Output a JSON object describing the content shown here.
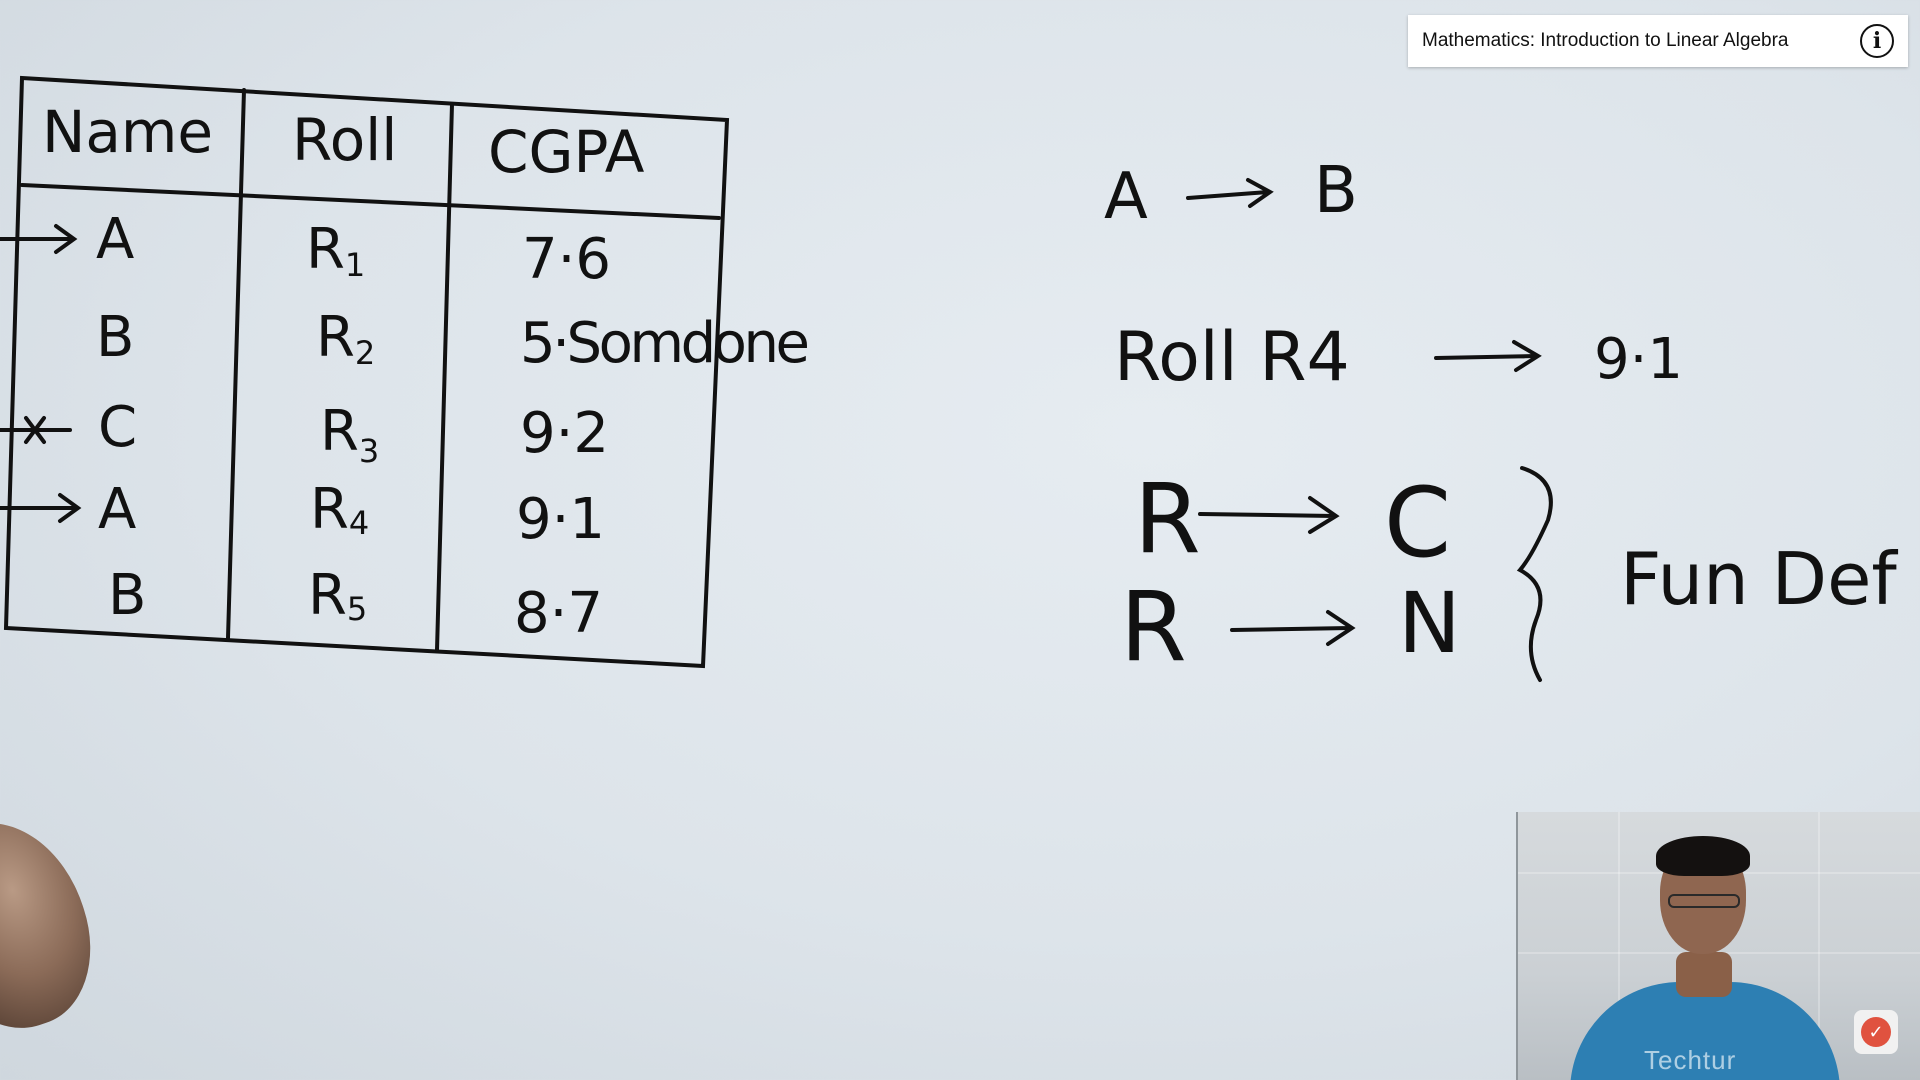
{
  "info_bar": {
    "title": "Mathematics: Introduction to Linear Algebra",
    "info_icon": "info-icon"
  },
  "table": {
    "headers": [
      "Name",
      "Roll",
      "CGPA"
    ],
    "rows": [
      {
        "marker": "arrow",
        "name": "A",
        "roll": "R",
        "roll_sub": "1",
        "cgpa": "7·6"
      },
      {
        "marker": "",
        "name": "B",
        "roll": "R",
        "roll_sub": "2",
        "cgpa": "5·Somdone"
      },
      {
        "marker": "cross",
        "name": "C",
        "roll": "R",
        "roll_sub": "3",
        "cgpa": "9·2"
      },
      {
        "marker": "arrow",
        "name": "A",
        "roll": "R",
        "roll_sub": "4",
        "cgpa": "9·1"
      },
      {
        "marker": "",
        "name": "B",
        "roll": "R",
        "roll_sub": "5",
        "cgpa": "8·7"
      }
    ]
  },
  "notes": {
    "line1_left": "A",
    "line1_right": "B",
    "line2_left": "Roll R4",
    "line2_right": "9·1",
    "line3_left": "R",
    "line3_right": "C",
    "line4_left": "R",
    "line4_right": "N",
    "brace_label": "Fun Def"
  },
  "webcam": {
    "shirt_text": "Techtur"
  }
}
